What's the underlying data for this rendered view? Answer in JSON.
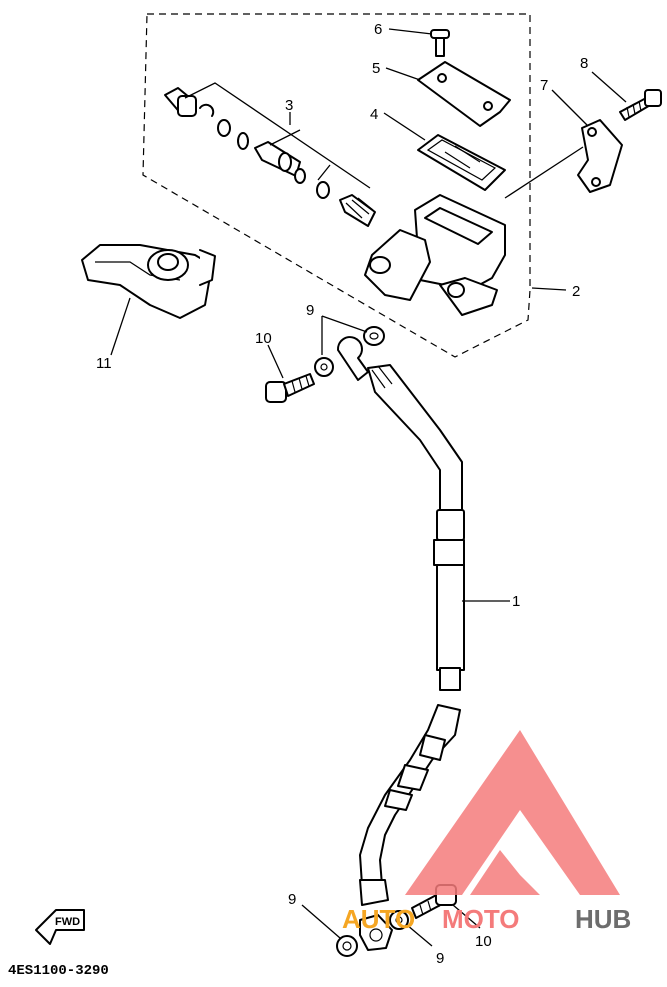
{
  "diagram": {
    "code": "4ES1100-3290",
    "fwd_label": "FWD",
    "callouts": {
      "p1": "1",
      "p2": "2",
      "p3": "3",
      "p4": "4",
      "p5": "5",
      "p6": "6",
      "p7": "7",
      "p8": "8",
      "p9a": "9",
      "p9b": "9",
      "p9c": "9",
      "p10a": "10",
      "p10b": "10",
      "p11": "11"
    }
  },
  "watermark": {
    "brand_part1": "AUTO",
    "brand_part2": "MOTO",
    "brand_part3": "HUB",
    "colors": {
      "triangle": "#f47b7b",
      "auto": "#f5a623",
      "moto": "#f47b7b",
      "hub": "#6d6d6d"
    }
  }
}
